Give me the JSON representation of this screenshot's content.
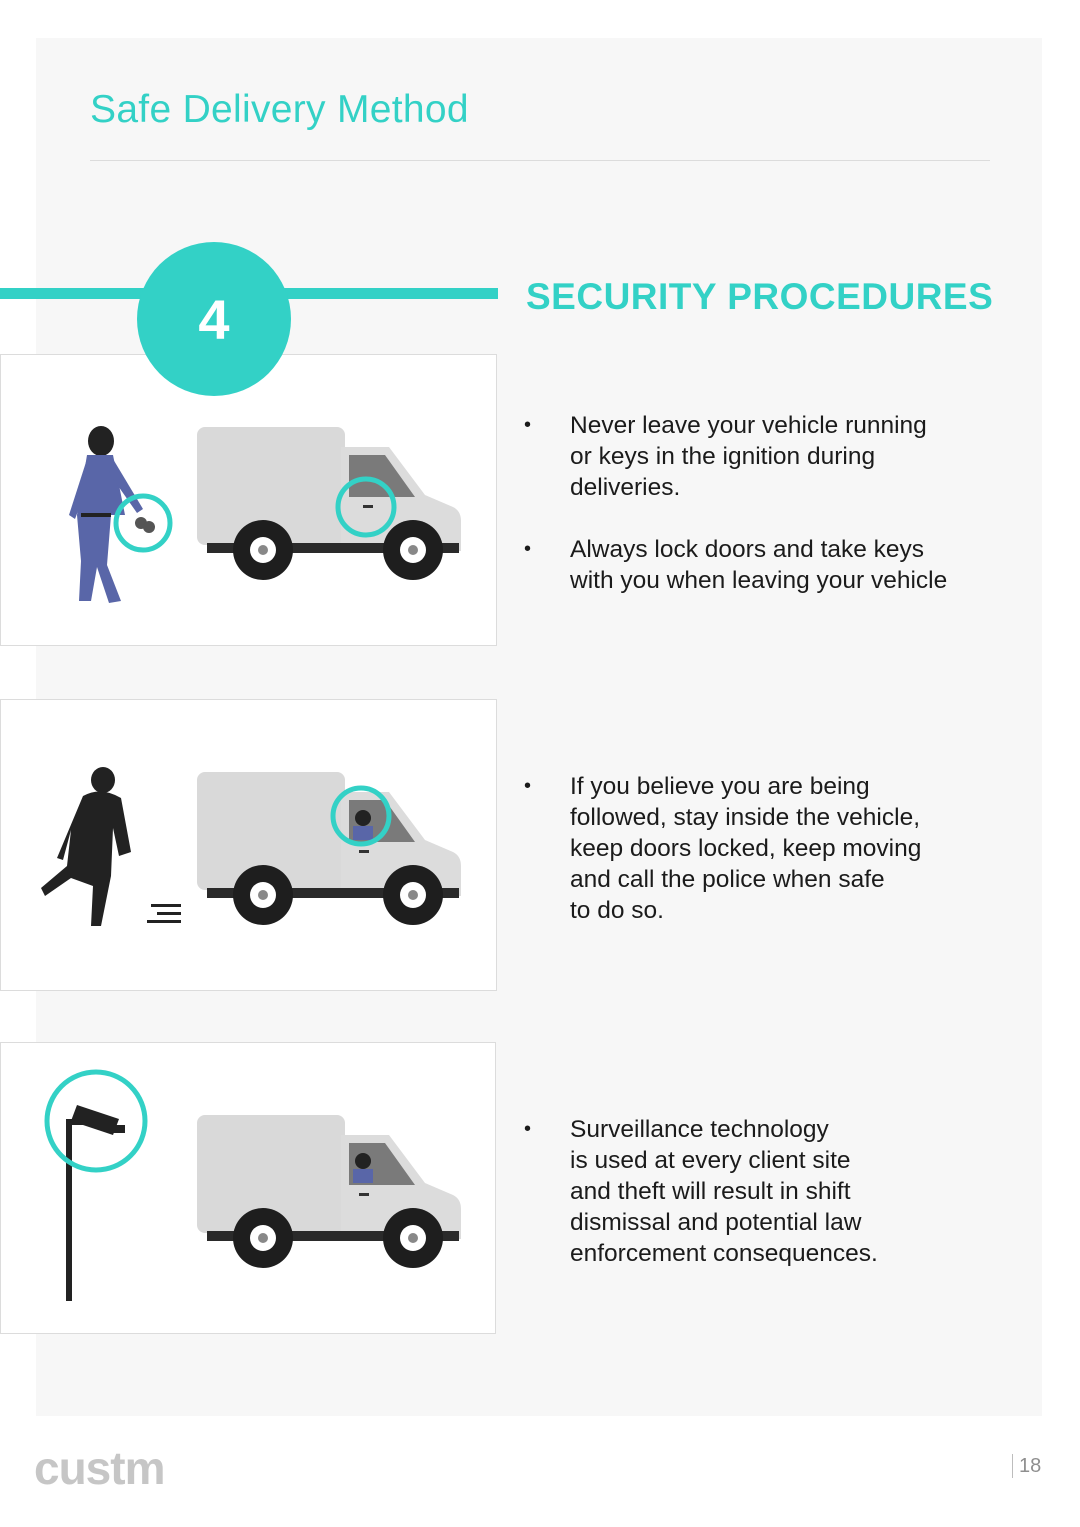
{
  "header": {
    "title": "Safe Delivery Method"
  },
  "step": {
    "number": "4",
    "heading": "SECURITY PROCEDURES"
  },
  "sections": [
    {
      "bullets": [
        "Never leave your vehicle running\nor keys in the ignition during\ndeliveries.",
        "Always lock doors and take keys\nwith you when leaving your vehicle"
      ]
    },
    {
      "bullets": [
        "If you believe you are being\nfollowed, stay inside the vehicle,\nkeep doors locked, keep moving\nand call the police when safe\nto do so."
      ]
    },
    {
      "bullets": [
        "Surveillance technology\nis used at every client site\nand theft will result in shift\ndismissal and potential law\nenforcement consequences."
      ]
    }
  ],
  "footer": {
    "logo": "custm",
    "page_number": "18"
  },
  "colors": {
    "accent": "#33d1c6",
    "van": "#d9d9d9",
    "figure_blue": "#5966a8",
    "figure_dark": "#222222"
  },
  "icons": [
    "van-icon",
    "person-with-keys-icon",
    "running-person-icon",
    "security-camera-icon",
    "keys-icon"
  ]
}
